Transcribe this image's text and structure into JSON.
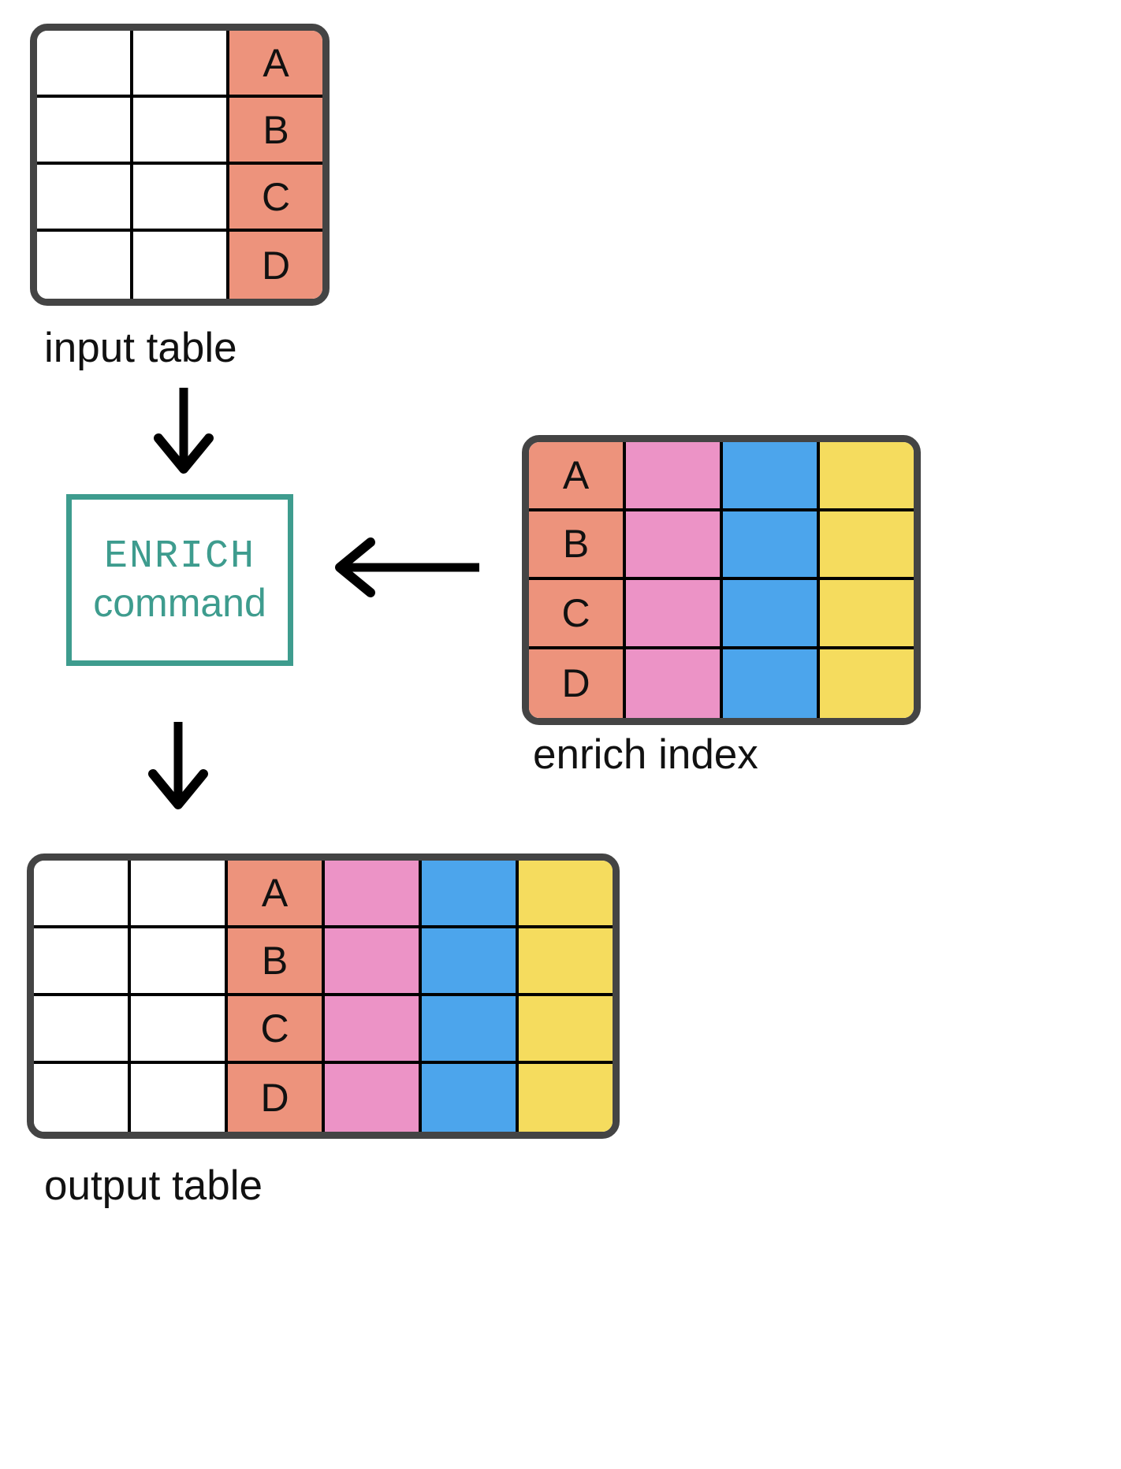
{
  "colors": {
    "salmon": "#ED937C",
    "pink": "#EC93C6",
    "blue": "#4CA5EC",
    "yellow": "#F5DC5E",
    "teal": "#3E9C8E",
    "frame": "#444444",
    "gridline": "#000000",
    "white": "#FFFFFF",
    "arrow": "#000000"
  },
  "input_table": {
    "label": "input table",
    "columns": [
      "blank-1",
      "blank-2",
      "key"
    ],
    "column_colors": [
      "#FFFFFF",
      "#FFFFFF",
      "#ED937C"
    ],
    "rows": [
      [
        "",
        "",
        "A"
      ],
      [
        "",
        "",
        "B"
      ],
      [
        "",
        "",
        "C"
      ],
      [
        "",
        "",
        "D"
      ]
    ]
  },
  "enrich_command": {
    "line1": "ENRICH",
    "line2": "command"
  },
  "enrich_index": {
    "label": "enrich index",
    "columns": [
      "key",
      "field-1",
      "field-2",
      "field-3"
    ],
    "column_colors": [
      "#ED937C",
      "#EC93C6",
      "#4CA5EC",
      "#F5DC5E"
    ],
    "rows": [
      [
        "A",
        "",
        "",
        ""
      ],
      [
        "B",
        "",
        "",
        ""
      ],
      [
        "C",
        "",
        "",
        ""
      ],
      [
        "D",
        "",
        "",
        ""
      ]
    ]
  },
  "output_table": {
    "label": "output table",
    "columns": [
      "blank-1",
      "blank-2",
      "key",
      "field-1",
      "field-2",
      "field-3"
    ],
    "column_colors": [
      "#FFFFFF",
      "#FFFFFF",
      "#ED937C",
      "#EC93C6",
      "#4CA5EC",
      "#F5DC5E"
    ],
    "rows": [
      [
        "",
        "",
        "A",
        "",
        "",
        ""
      ],
      [
        "",
        "",
        "B",
        "",
        "",
        ""
      ],
      [
        "",
        "",
        "C",
        "",
        "",
        ""
      ],
      [
        "",
        "",
        "D",
        "",
        "",
        ""
      ]
    ]
  },
  "arrows": {
    "input_to_command": "arrow-down",
    "index_to_command": "arrow-left",
    "command_to_output": "arrow-down"
  }
}
